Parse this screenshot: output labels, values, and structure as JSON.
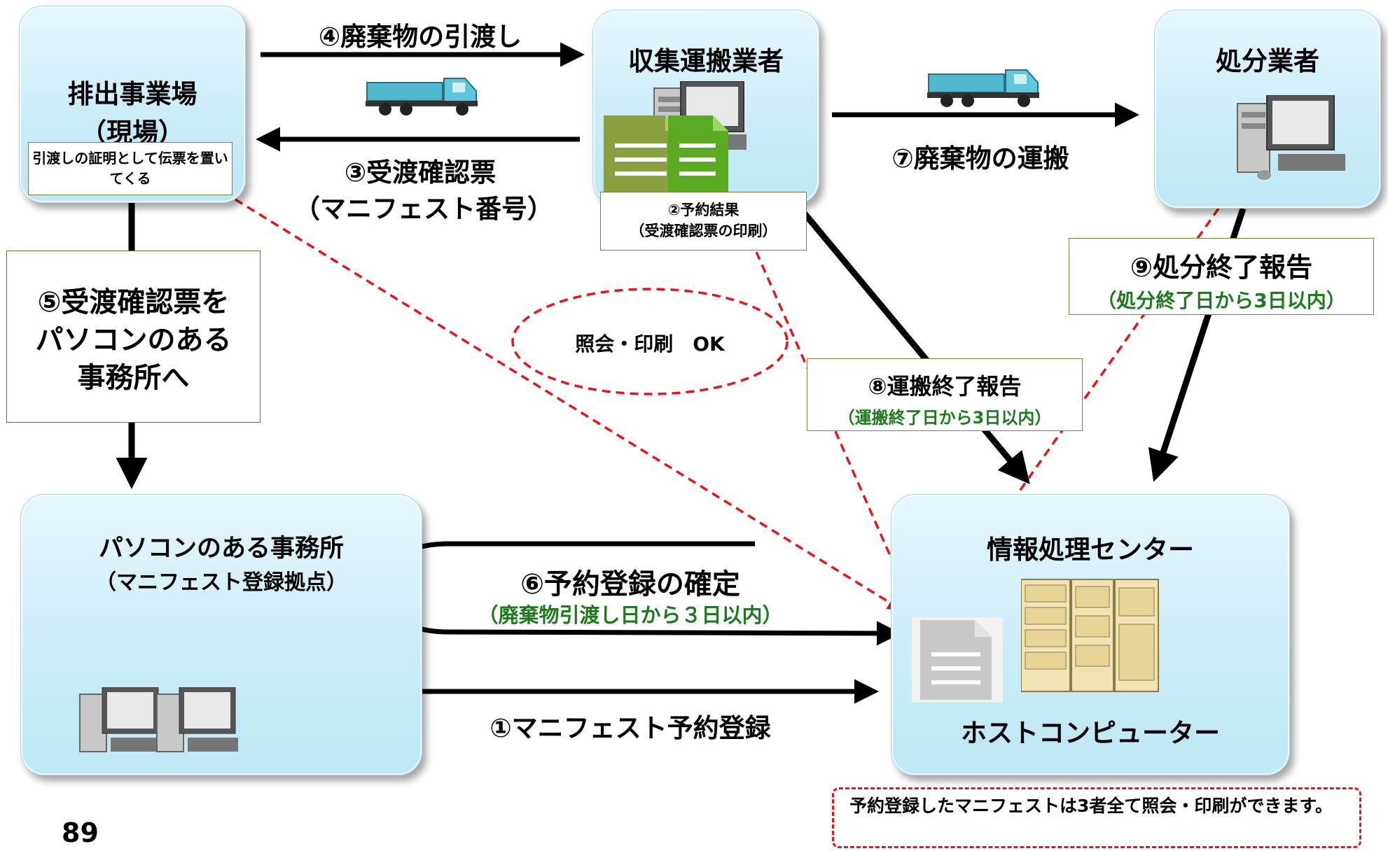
{
  "nodes": {
    "site": {
      "title1": "排出事業場",
      "title2": "（現場）",
      "note": "引渡しの証明として伝票を置いてくる"
    },
    "collector": {
      "title": "収集運搬業者",
      "note1": "②予約結果",
      "note2": "（受渡確認票の印刷）"
    },
    "disposer": {
      "title": "処分業者"
    },
    "office": {
      "title": "パソコンのある事務所",
      "subtitle": "（マニフェスト登録拠点）"
    },
    "center": {
      "title": "情報処理センター",
      "subtitle": "ホストコンピューター"
    }
  },
  "arrows": {
    "a4": "④廃棄物の引渡し",
    "a3_line1": "③受渡確認票",
    "a3_line2": "（マニフェスト番号）",
    "a7": "⑦廃棄物の運搬",
    "a5_line1": "⑤受渡確認票を",
    "a5_line2": "パソコンのある",
    "a5_line3": "事務所へ",
    "a6": "⑥予約登録の確定",
    "a6_sub": "（廃棄物引渡し日から３日以内）",
    "a1": "①マニフェスト予約登録",
    "a8": "⑧運搬終了報告",
    "a8_sub": "（運搬終了日から3日以内）",
    "a9": "⑨処分終了報告",
    "a9_sub": "（処分終了日から3日以内）"
  },
  "ellipse_label": "照会・印刷　OK",
  "footnote": "予約登録したマニフェストは3者全て照会・印刷ができます。",
  "page_number": "89",
  "icons": [
    "truck-icon",
    "computer-icon",
    "document-icon",
    "server-icon"
  ],
  "colors": {
    "arrow": "#000000",
    "dashed": "#e8141b",
    "node_fill": "#c9ecf8",
    "green_text": "#1e7a1e"
  }
}
